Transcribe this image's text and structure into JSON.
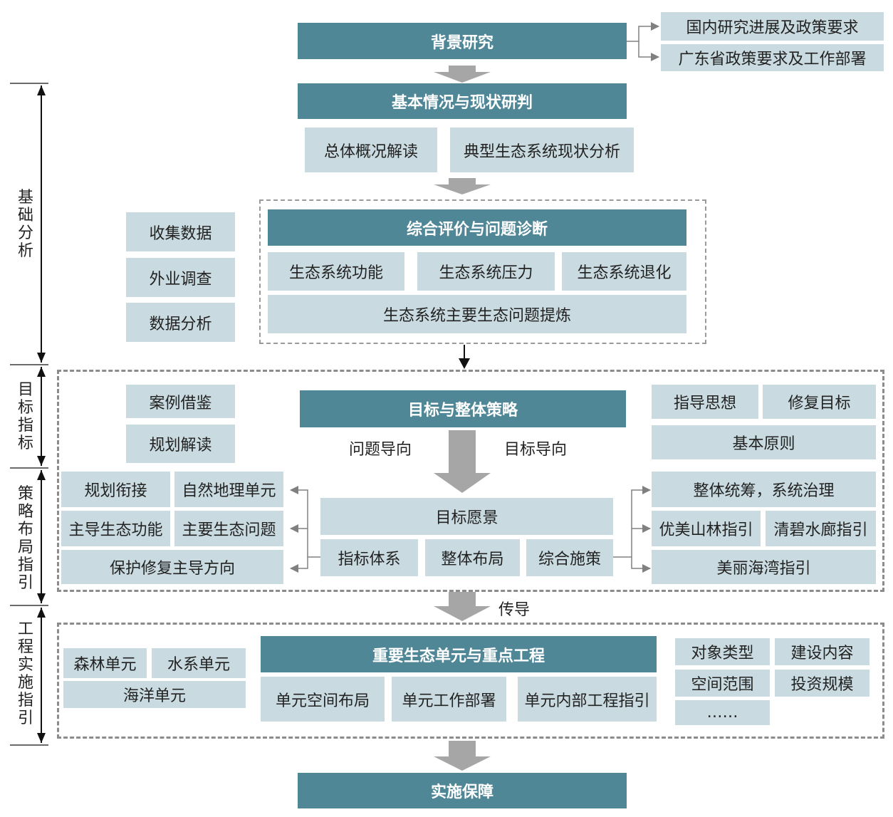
{
  "background": {
    "title": "背景研究",
    "items": [
      "国内研究进展及政策要求",
      "广东省政策要求及工作部署"
    ]
  },
  "basic": {
    "title": "基本情况与现状研判",
    "items": [
      "总体概况解读",
      "典型生态系统现状分析"
    ]
  },
  "evaluation": {
    "title": "综合评价与问题诊断",
    "items": [
      "生态系统功能",
      "生态系统压力",
      "生态系统退化"
    ],
    "summary": "生态系统主要生态问题提炼",
    "methods": [
      "收集数据",
      "外业调查",
      "数据分析"
    ]
  },
  "target": {
    "title": "目标与整体策略",
    "refs": [
      "案例借鉴",
      "规划解读"
    ],
    "orientations": [
      "问题导向",
      "目标导向"
    ],
    "right": [
      "指导思想",
      "修复目标",
      "基本原则"
    ]
  },
  "strategy": {
    "vision": "目标愿景",
    "subs": [
      "指标体系",
      "整体布局",
      "综合施策"
    ],
    "left": [
      "规划衔接",
      "自然地理单元",
      "主导生态功能",
      "主要生态问题",
      "保护修复主导方向"
    ],
    "right": [
      "整体统筹，系统治理",
      "优美山林指引",
      "清碧水廊指引",
      "美丽海湾指引"
    ]
  },
  "transmit": "传导",
  "engineering": {
    "title": "重要生态单元与重点工程",
    "subs": [
      "单元空间布局",
      "单元工作部署",
      "单元内部工程指引"
    ],
    "units": [
      "森林单元",
      "水系单元",
      "海洋单元"
    ],
    "right": [
      "对象类型",
      "建设内容",
      "空间范围",
      "投资规模",
      "……"
    ]
  },
  "guarantee": "实施保障",
  "phases": [
    "基础分析",
    "目标指标",
    "策略布局指引",
    "工程实施指引"
  ],
  "colors": {
    "dark": "#4f8797",
    "light": "#c9dbe0",
    "arrow": "#a6a6a6"
  }
}
